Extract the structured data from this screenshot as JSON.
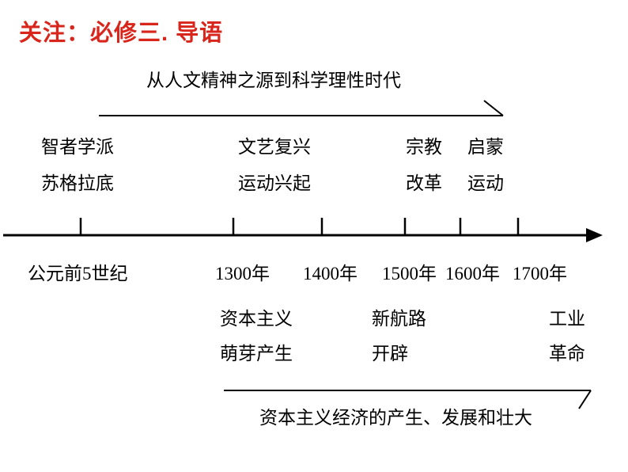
{
  "heading": {
    "label": "关注：必修三. 导语"
  },
  "top_bracket": {
    "label": "从人文精神之源到科学理性时代"
  },
  "upper_events": [
    {
      "line1": "智者学派",
      "line2": "苏格拉底"
    },
    {
      "line1": "文艺复兴",
      "line2": "运动兴起"
    },
    {
      "line1": "宗教",
      "line2": "改革"
    },
    {
      "line1": "启蒙",
      "line2": "运动"
    }
  ],
  "years": {
    "y0": "公元前5世纪",
    "y1": "1300年",
    "y2": "1400年",
    "y3": "1500年",
    "y4": "1600年",
    "y5": "1700年"
  },
  "lower_events": [
    {
      "line1": "资本主义",
      "line2": "萌芽产生"
    },
    {
      "line1": "新航路",
      "line2": "开辟"
    },
    {
      "line1": "工业",
      "line2": "革命"
    }
  ],
  "bottom_bracket": {
    "label": "资本主义经济的产生、发展和壮大"
  },
  "colors": {
    "background": "#ffffff",
    "heading_red": "#d9261d",
    "diagram_black": "#000000"
  }
}
